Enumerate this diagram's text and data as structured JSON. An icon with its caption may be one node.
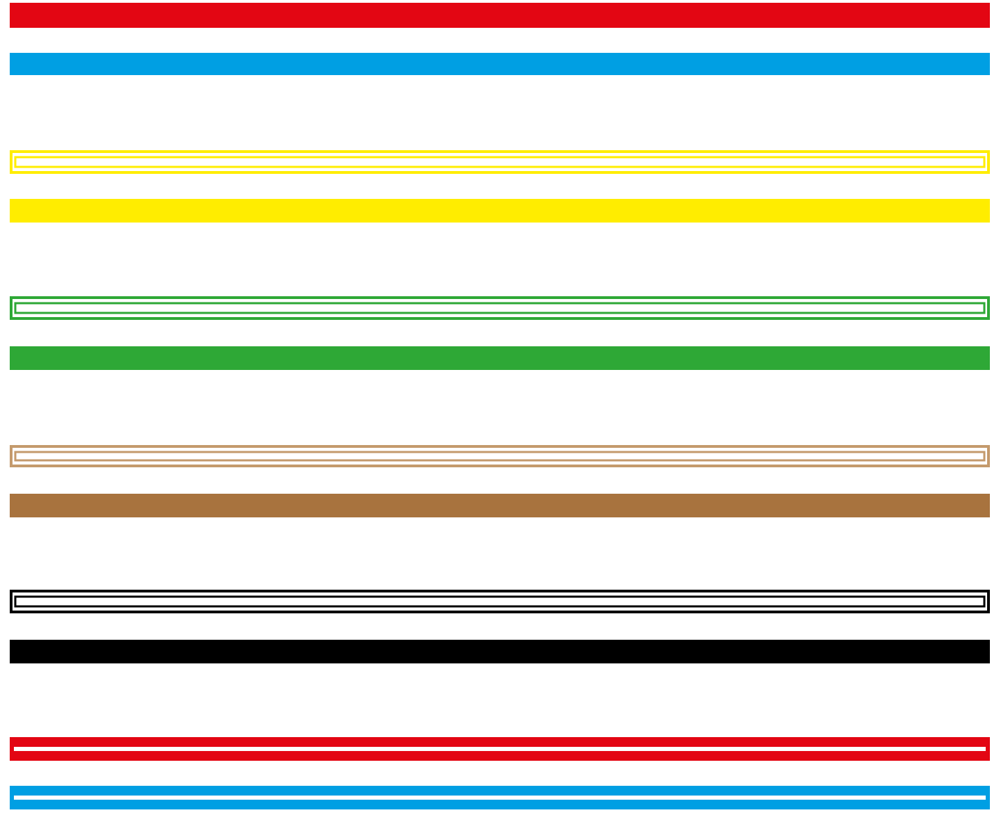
{
  "diagram": {
    "nodes": [
      {
        "text": [],
        "shape": "bar"
      },
      {
        "text": [],
        "shape": "bar"
      },
      {
        "text": [],
        "shape": "bar"
      },
      {
        "text": [],
        "shape": "bar"
      },
      {
        "text": [],
        "shape": "bar"
      },
      {
        "text": [],
        "shape": "bar"
      },
      {
        "text": [],
        "shape": "bar"
      },
      {
        "text": [],
        "shape": "bar"
      },
      {
        "text": [],
        "shape": "bar"
      },
      {
        "text": [],
        "shape": "bar"
      },
      {
        "text": [],
        "shape": "bar"
      },
      {
        "text": [],
        "shape": "bar"
      }
    ]
  }
}
